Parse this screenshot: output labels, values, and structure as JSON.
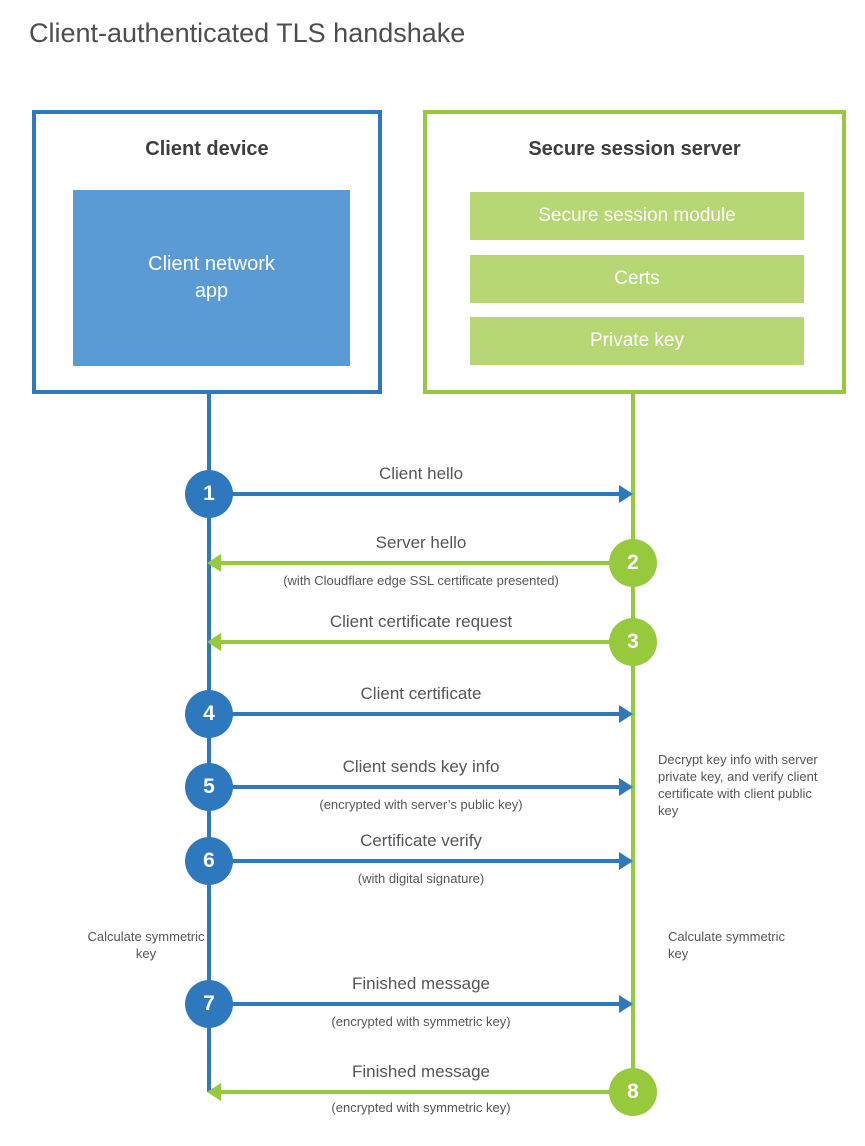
{
  "title": "Client-authenticated TLS handshake",
  "client_box": {
    "title": "Client device",
    "app_label": "Client network app"
  },
  "server_box": {
    "title": "Secure session server",
    "modules": [
      "Secure session module",
      "Certs",
      "Private key"
    ]
  },
  "steps": [
    {
      "num": "1",
      "label": "Client hello",
      "sub": "",
      "direction": "client-to-server"
    },
    {
      "num": "2",
      "label": "Server hello",
      "sub": "(with Cloudflare edge SSL certificate presented)",
      "direction": "server-to-client"
    },
    {
      "num": "3",
      "label": "Client certificate request",
      "sub": "",
      "direction": "server-to-client"
    },
    {
      "num": "4",
      "label": "Client certificate",
      "sub": "",
      "direction": "client-to-server"
    },
    {
      "num": "5",
      "label": "Client sends key info",
      "sub": "(encrypted with server’s public key)",
      "direction": "client-to-server"
    },
    {
      "num": "6",
      "label": "Certificate verify",
      "sub": "(with digital signature)",
      "direction": "client-to-server"
    },
    {
      "num": "7",
      "label": "Finished message",
      "sub": "(encrypted with symmetric key)",
      "direction": "client-to-server"
    },
    {
      "num": "8",
      "label": "Finished message",
      "sub": "(encrypted with symmetric key)",
      "direction": "server-to-client"
    }
  ],
  "annotations": {
    "decrypt_note": "Decrypt key info with server private key, and verify client certificate with client public key",
    "calc_left": "Calculate symmetric key",
    "calc_right": "Calculate symmetric key"
  },
  "colors": {
    "blue": "#2e78be",
    "light_blue": "#5b9bd5",
    "green": "#97c93d",
    "light_green": "#b6d773"
  }
}
